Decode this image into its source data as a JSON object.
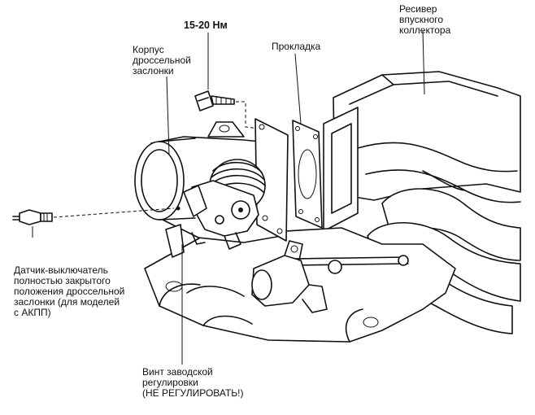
{
  "labels": {
    "torque": "15-20 Нм",
    "receiver": "Ресивер\nвпускного\nколлектора",
    "body": "Корпус\nдроссельной\nзаслонки",
    "gasket": "Прокладка",
    "sensor": "Датчик-выключатель\nполностью закрытого\nположения дроссельной\nзаслонки (для моделей\nс АКПП)",
    "screw": "Винт заводской\nрегулировки\n(НЕ РЕГУЛИРОВАТЬ!)"
  }
}
